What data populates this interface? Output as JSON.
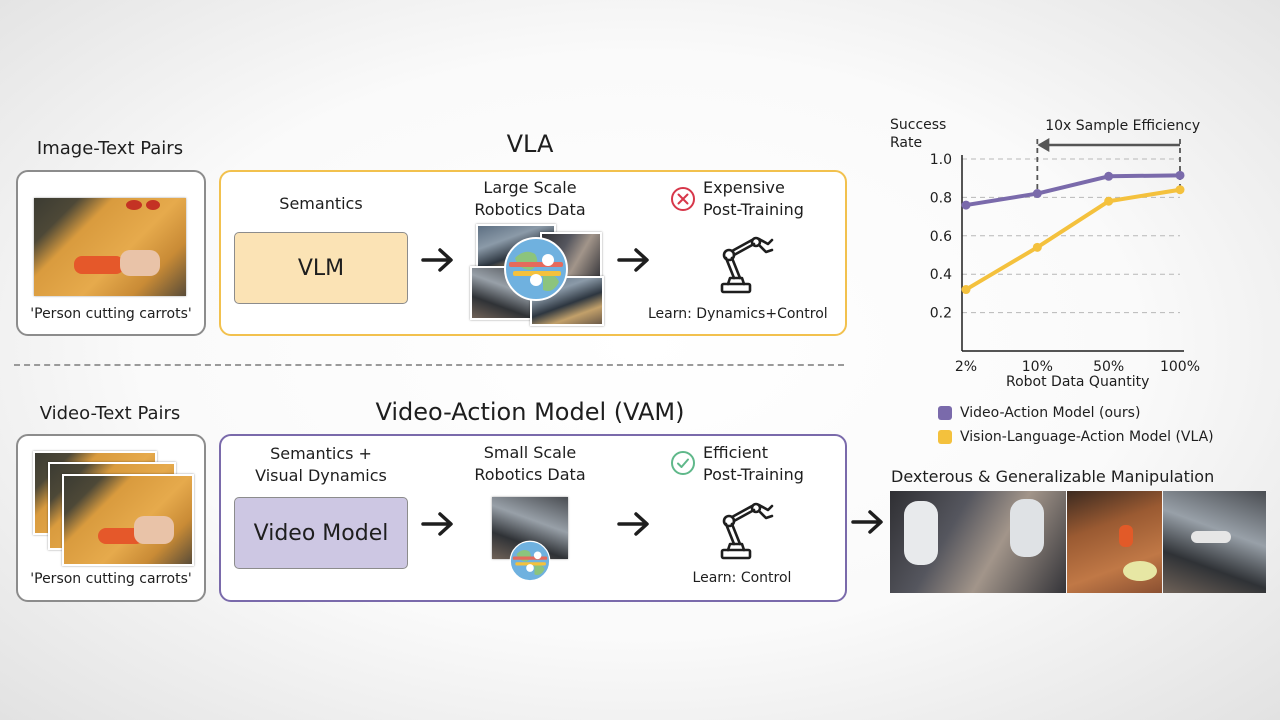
{
  "vla_section": {
    "input_title": "Image-Text Pairs",
    "input_caption": "'Person cutting carrots'",
    "title": "VLA",
    "semantics_label": "Semantics",
    "model_label": "VLM",
    "data_label_line1": "Large Scale",
    "data_label_line2": "Robotics Data",
    "post_training_line1": "Expensive",
    "post_training_line2": "Post-Training",
    "learn_label": "Learn: Dynamics+Control"
  },
  "vam_section": {
    "input_title": "Video-Text Pairs",
    "input_caption": "'Person cutting carrots'",
    "title": "Video-Action Model (VAM)",
    "semantics_label_line1": "Semantics +",
    "semantics_label_line2": "Visual Dynamics",
    "model_label": "Video Model",
    "data_label_line1": "Small Scale",
    "data_label_line2": "Robotics Data",
    "post_training_line1": "Efficient",
    "post_training_line2": "Post-Training",
    "learn_label": "Learn: Control"
  },
  "outcome": {
    "title": "Dexterous & Generalizable Manipulation"
  },
  "icons": [
    "x-circle-icon",
    "check-circle-icon",
    "robot-arm-icon",
    "arrow-right-icon",
    "globe-icon"
  ],
  "colors": {
    "vla": "#f2c14e",
    "vam": "#7a6aab",
    "vlm_fill": "#fbe3b5",
    "video_model_fill": "#cdc7e3",
    "x_icon": "#d7374a",
    "check_icon": "#5fb88a"
  },
  "chart_data": {
    "type": "line",
    "ylabel_line1": "Success",
    "ylabel_line2": "Rate",
    "xlabel": "Robot Data Quantity",
    "categories": [
      "2%",
      "10%",
      "50%",
      "100%"
    ],
    "yticks": [
      "0.2",
      "0.4",
      "0.6",
      "0.8",
      "1.0"
    ],
    "ylim": [
      0.0,
      1.0
    ],
    "grid": "horizontal dashed",
    "annotation": "10x Sample Efficiency",
    "series": [
      {
        "name": "Video-Action Model (ours)",
        "color": "#7a6aab",
        "values": [
          0.76,
          0.82,
          0.91,
          0.915
        ]
      },
      {
        "name": "Vision-Language-Action Model (VLA)",
        "color": "#f4c13d",
        "values": [
          0.32,
          0.54,
          0.78,
          0.84
        ]
      }
    ]
  }
}
